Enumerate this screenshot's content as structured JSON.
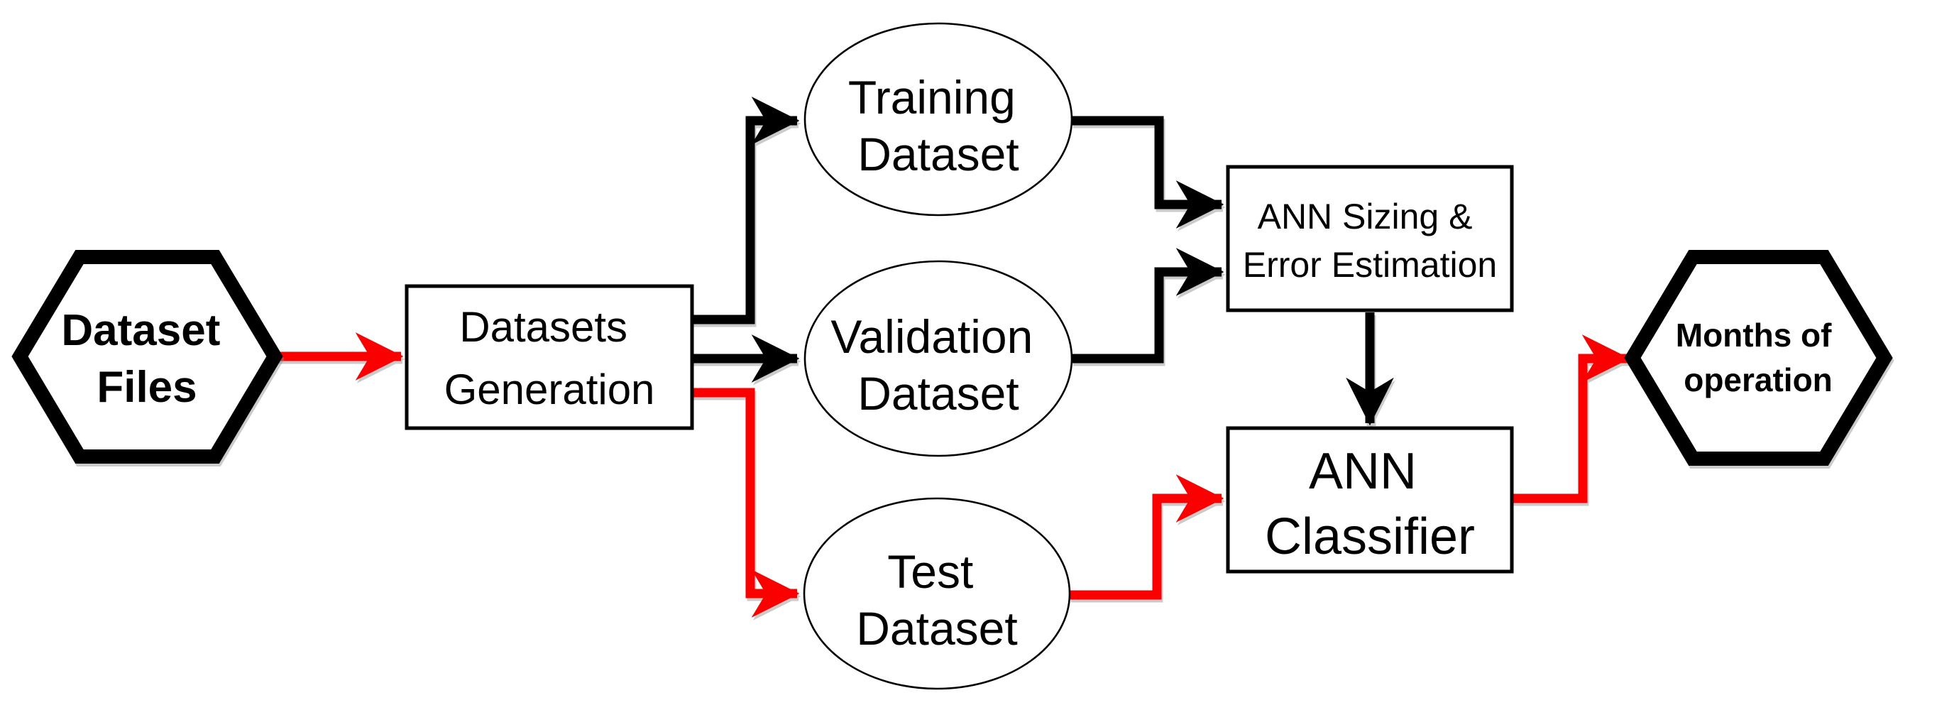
{
  "colors": {
    "background": "#ffffff",
    "black": "#000000",
    "red": "#fb0000",
    "node_fill": "#ffffff"
  },
  "nodes": {
    "dataset_files": {
      "shape": "hexagon",
      "lines": [
        "Dataset",
        "Files"
      ]
    },
    "datasets_generation": {
      "shape": "rect",
      "lines": [
        "Datasets",
        "Generation"
      ]
    },
    "training_dataset": {
      "shape": "ellipse",
      "lines": [
        "Training",
        "Dataset"
      ]
    },
    "validation_dataset": {
      "shape": "ellipse",
      "lines": [
        "Validation",
        "Dataset"
      ]
    },
    "test_dataset": {
      "shape": "ellipse",
      "lines": [
        "Test",
        "Dataset"
      ]
    },
    "ann_sizing": {
      "shape": "rect",
      "lines": [
        "ANN Sizing &",
        "Error Estimation"
      ]
    },
    "ann_classifier": {
      "shape": "rect",
      "lines": [
        "ANN",
        "Classifier"
      ]
    },
    "months_of_operation": {
      "shape": "hexagon",
      "lines": [
        "Months of",
        "operation"
      ]
    }
  },
  "edges": [
    {
      "id": "files-to-generation",
      "from": "dataset_files",
      "to": "datasets_generation",
      "color": "red"
    },
    {
      "id": "generation-to-training",
      "from": "datasets_generation",
      "to": "training_dataset",
      "color": "black"
    },
    {
      "id": "generation-to-validation",
      "from": "datasets_generation",
      "to": "validation_dataset",
      "color": "black"
    },
    {
      "id": "generation-to-test",
      "from": "datasets_generation",
      "to": "test_dataset",
      "color": "red"
    },
    {
      "id": "training-to-sizing",
      "from": "training_dataset",
      "to": "ann_sizing",
      "color": "black"
    },
    {
      "id": "validation-to-sizing",
      "from": "validation_dataset",
      "to": "ann_sizing",
      "color": "black"
    },
    {
      "id": "sizing-to-classifier",
      "from": "ann_sizing",
      "to": "ann_classifier",
      "color": "black"
    },
    {
      "id": "test-to-classifier",
      "from": "test_dataset",
      "to": "ann_classifier",
      "color": "red"
    },
    {
      "id": "classifier-to-months",
      "from": "ann_classifier",
      "to": "months_of_operation",
      "color": "red"
    }
  ]
}
